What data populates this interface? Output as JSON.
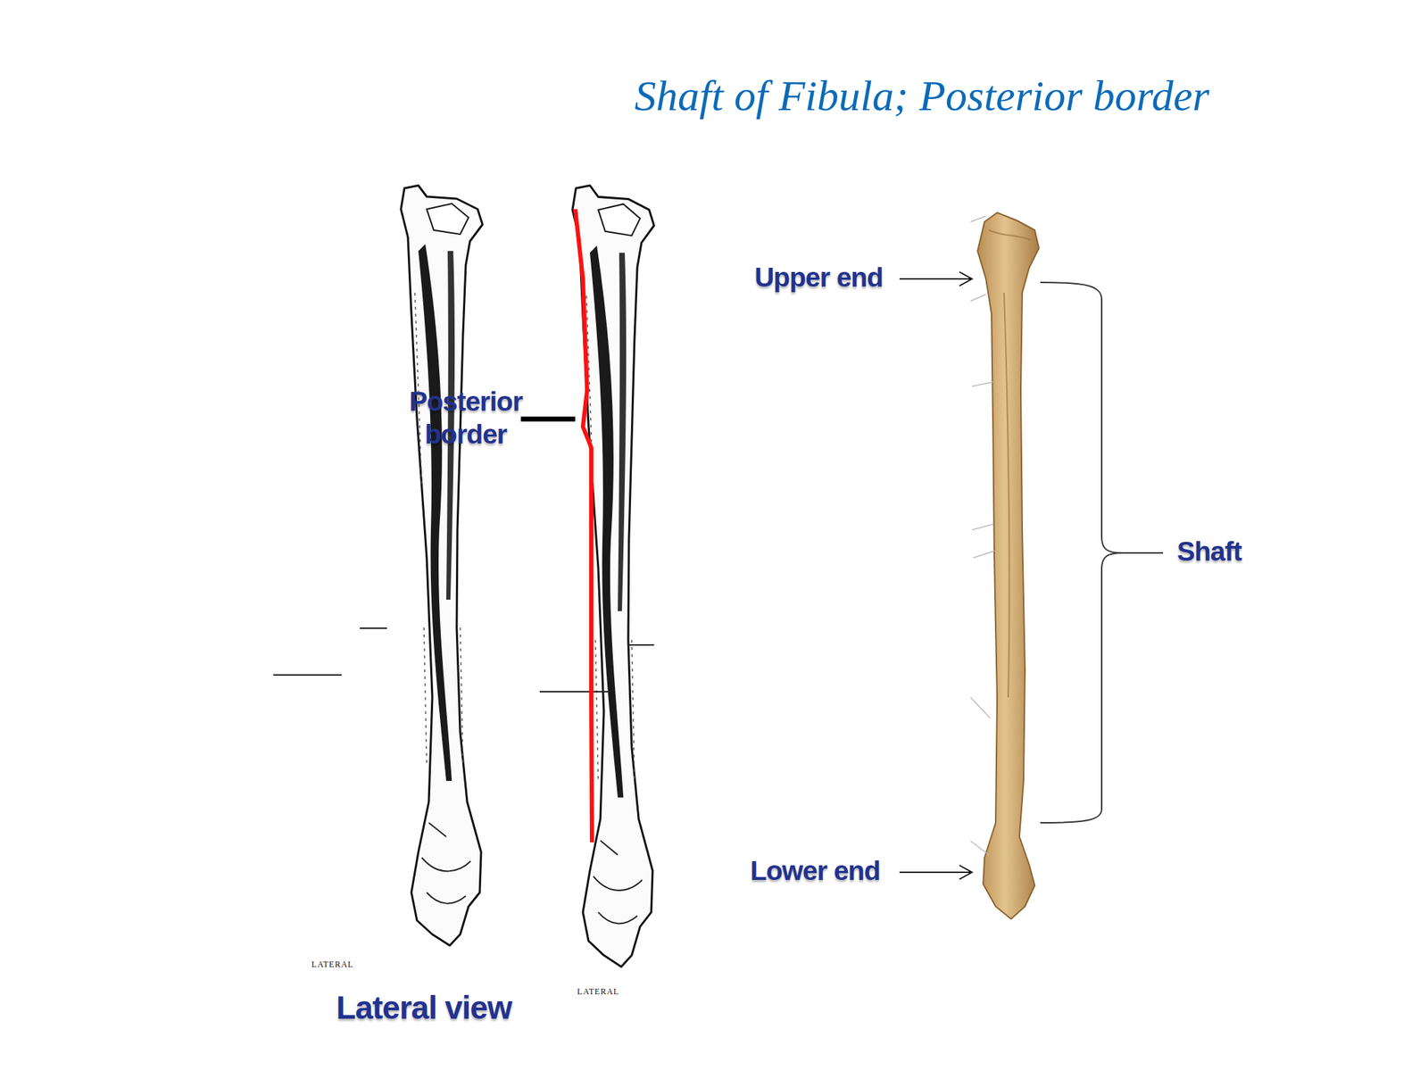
{
  "diagram": {
    "title": "Shaft of  Fibula; Posterior border",
    "labels": [
      "Posterior border",
      "Lateral view",
      "LATERAL",
      "LATERAL",
      "Upper end",
      "Lower end",
      "Shaft"
    ]
  }
}
